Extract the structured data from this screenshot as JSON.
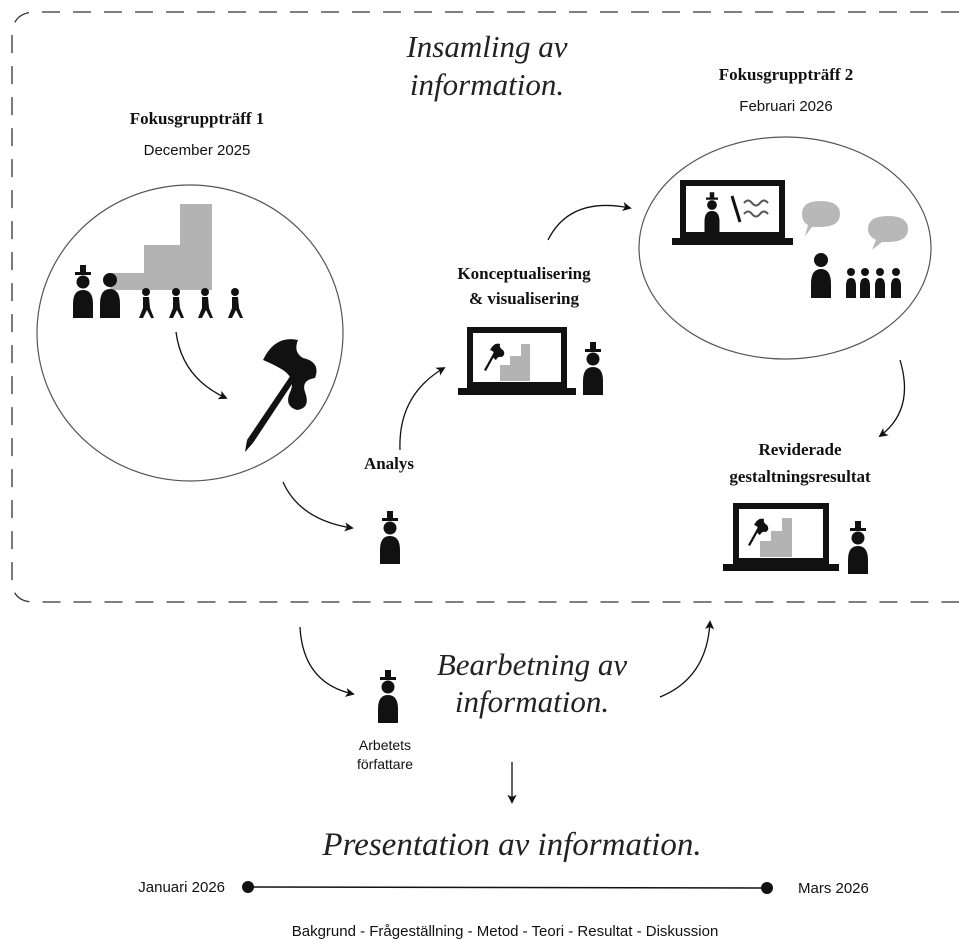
{
  "phases": {
    "collection_line1": "Insamling av",
    "collection_line2": "information.",
    "processing_line1": "Bearbetning av",
    "processing_line2": "information.",
    "presentation": "Presentation av information."
  },
  "focus_group_1": {
    "title": "Fokusgruppträff 1",
    "date": "December 2025"
  },
  "focus_group_2": {
    "title": "Fokusgruppträff 2",
    "date": "Februari 2026"
  },
  "steps": {
    "analysis": "Analys",
    "concept_line1": "Konceptualisering",
    "concept_line2": "& visualisering",
    "revised_line1": "Reviderade",
    "revised_line2": "gestaltningsresultat"
  },
  "author": {
    "line1": "Arbetets",
    "line2": "författare"
  },
  "timeline": {
    "start": "Januari 2026",
    "end": "Mars 2026",
    "sections": "Bakgrund - Frågeställning - Metod - Teori - Resultat - Diskussion"
  },
  "colors": {
    "ink": "#111111",
    "shape_gray": "#b3b3b3",
    "bubble_gray": "#b8b8b8",
    "border": "#333333"
  }
}
